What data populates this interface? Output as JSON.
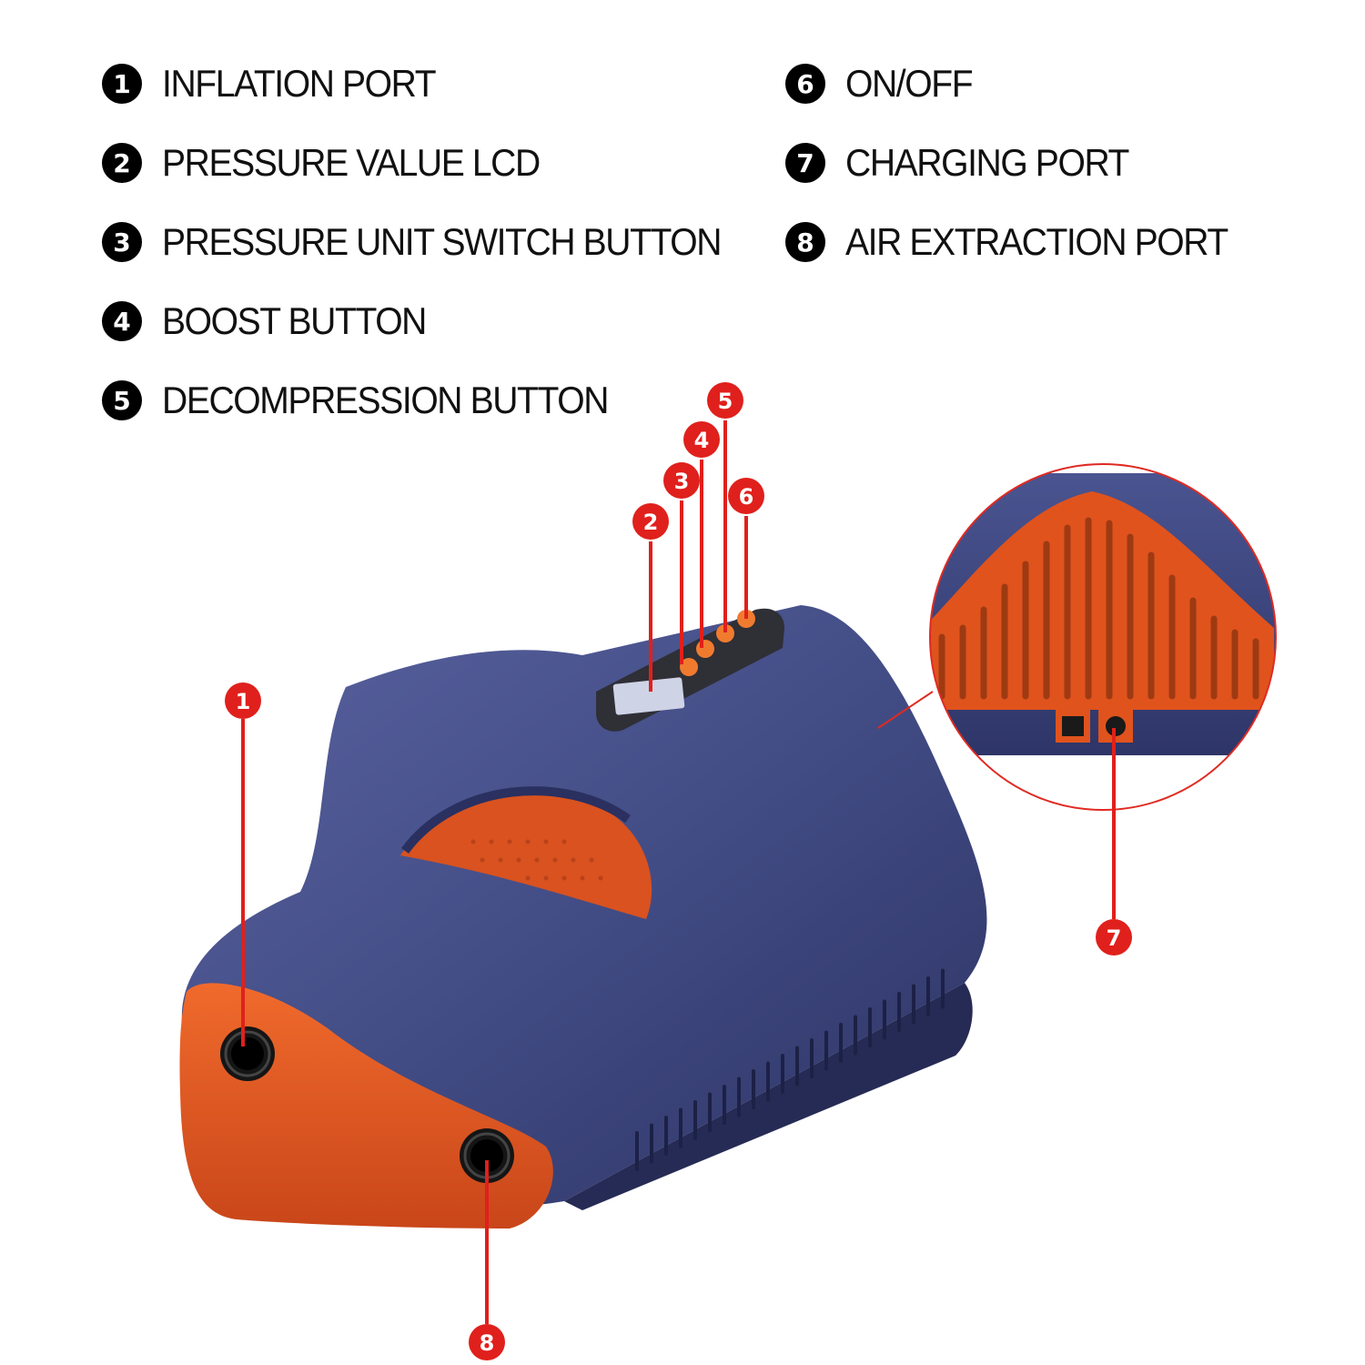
{
  "legend": {
    "items": [
      {
        "num": "1",
        "label": "INFLATION PORT"
      },
      {
        "num": "2",
        "label": "PRESSURE VALUE LCD"
      },
      {
        "num": "3",
        "label": "PRESSURE UNIT SWITCH BUTTON"
      },
      {
        "num": "4",
        "label": "BOOST BUTTON"
      },
      {
        "num": "5",
        "label": "DECOMPRESSION BUTTON"
      },
      {
        "num": "6",
        "label": "ON/OFF"
      },
      {
        "num": "7",
        "label": "CHARGING PORT"
      },
      {
        "num": "8",
        "label": "AIR EXTRACTION PORT"
      }
    ]
  },
  "callouts": [
    "1",
    "2",
    "3",
    "4",
    "5",
    "6",
    "7",
    "8"
  ],
  "colors": {
    "body": "#3c4479",
    "accent": "#e2541f",
    "callout": "#e0201c",
    "legend_badge": "#000000"
  }
}
